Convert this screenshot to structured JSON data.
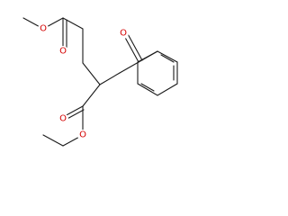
{
  "structure": {
    "atoms": {
      "o_ester1_carbonyl": "O",
      "o_ester1_ether": "O",
      "o_ketone": "O",
      "o_ester2_carbonyl": "O",
      "o_ester2_ether": "O"
    },
    "colors": {
      "bond": "#1a1a1a",
      "oxygen": "#d40000",
      "background": "#ffffff"
    }
  }
}
